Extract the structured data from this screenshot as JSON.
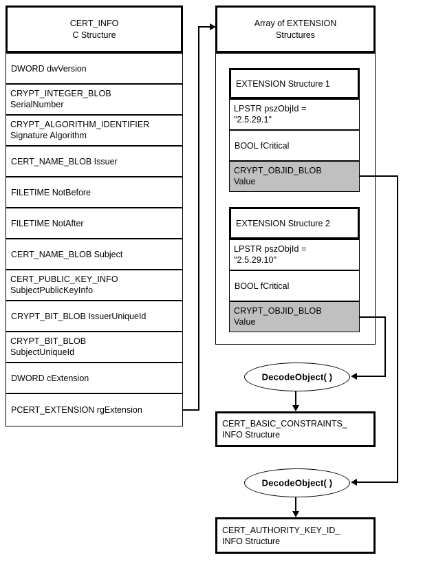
{
  "diagram": {
    "title_hidden": "CERT_INFO structure and EXTENSION array decoding diagram",
    "colors": {
      "stroke": "#000000",
      "background": "#ffffff",
      "highlight_fill": "#c0c0c0"
    }
  },
  "cert_info": {
    "header": "CERT_INFO\nC Structure",
    "fields": [
      {
        "label": "DWORD dwVersion"
      },
      {
        "label": "CRYPT_INTEGER_BLOB\nSerialNumber"
      },
      {
        "label": "CRYPT_ALGORITHM_IDENTIFIER\nSignature Algorithm"
      },
      {
        "label": "CERT_NAME_BLOB Issuer"
      },
      {
        "label": "FILETIME NotBefore"
      },
      {
        "label": "FILETIME NotAfter"
      },
      {
        "label": "CERT_NAME_BLOB Subject"
      },
      {
        "label": "CERT_PUBLIC_KEY_INFO\nSubjectPublicKeyInfo"
      },
      {
        "label": "CRYPT_BIT_BLOB IssuerUniqueId"
      },
      {
        "label": "CRYPT_BIT_BLOB\nSubjectUniqueId"
      },
      {
        "label": "DWORD cExtension"
      },
      {
        "label": "PCERT_EXTENSION rgExtension"
      }
    ]
  },
  "extension_array": {
    "header": "Array of EXTENSION\nStructures",
    "structures": [
      {
        "header": "EXTENSION Structure 1",
        "fields": [
          {
            "label": "LPSTR  pszObjId =\n\"2.5.29.1\"",
            "highlight": false
          },
          {
            "label": "BOOL  fCritical",
            "highlight": false
          },
          {
            "label": "CRYPT_OBJID_BLOB\nValue",
            "highlight": true
          }
        ]
      },
      {
        "header": "EXTENSION Structure 2",
        "fields": [
          {
            "label": "LPSTR  pszObjId =\n\"2.5.29.10\"",
            "highlight": false
          },
          {
            "label": "BOOL  fCritical",
            "highlight": false
          },
          {
            "label": "CRYPT_OBJID_BLOB\nValue",
            "highlight": true
          }
        ]
      }
    ]
  },
  "decode": {
    "call_1": "DecodeObject( )",
    "call_2": "DecodeObject( )",
    "result_1": "CERT_BASIC_CONSTRAINTS_\nINFO Structure",
    "result_2": "CERT_AUTHORITY_KEY_ID_\nINFO Structure"
  }
}
